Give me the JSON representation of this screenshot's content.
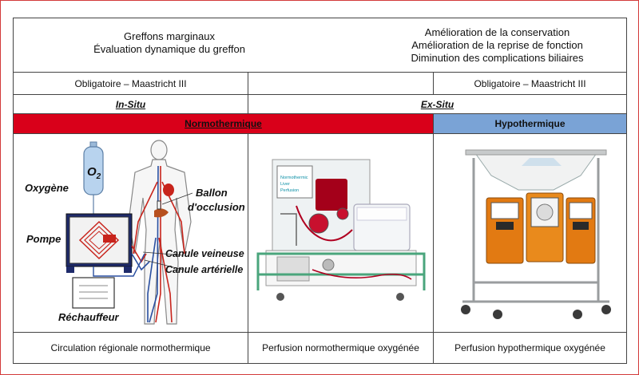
{
  "header": {
    "left": [
      "Greffons marginaux",
      "Évaluation dynamique du greffon"
    ],
    "right": [
      "Amélioration de la conservation",
      "Amélioration de la reprise de fonction",
      "Diminution des complications biliaires"
    ]
  },
  "requirement": {
    "left": "Obligatoire – Maastricht III",
    "middle": "",
    "right": "Obligatoire – Maastricht III"
  },
  "location": {
    "in_situ": "In-Situ",
    "ex_situ": "Ex-Situ"
  },
  "temperature": {
    "normo": "Normothermique",
    "hypo": "Hypothermique"
  },
  "diagram_labels": {
    "oxygen": "Oxygène",
    "o2": "O",
    "o2_sub": "2",
    "ballon1": "Ballon",
    "ballon2": "d'occlusion",
    "pompe": "Pompe",
    "canule_v": "Canule veineuse",
    "canule_a": "Canule artérielle",
    "rechauffeur": "Réchauffeur"
  },
  "device_panel_text": [
    "Normothermic",
    "Liver",
    "Perfusion"
  ],
  "captions": {
    "left": "Circulation régionale normothermique",
    "middle": "Perfusion normothermique oxygénée",
    "right": "Perfusion hypothermique oxygénée"
  },
  "colors": {
    "normo": "#d9001a",
    "hypo": "#7aa3d6",
    "border": "#444444",
    "frame": "#d33a3a"
  }
}
